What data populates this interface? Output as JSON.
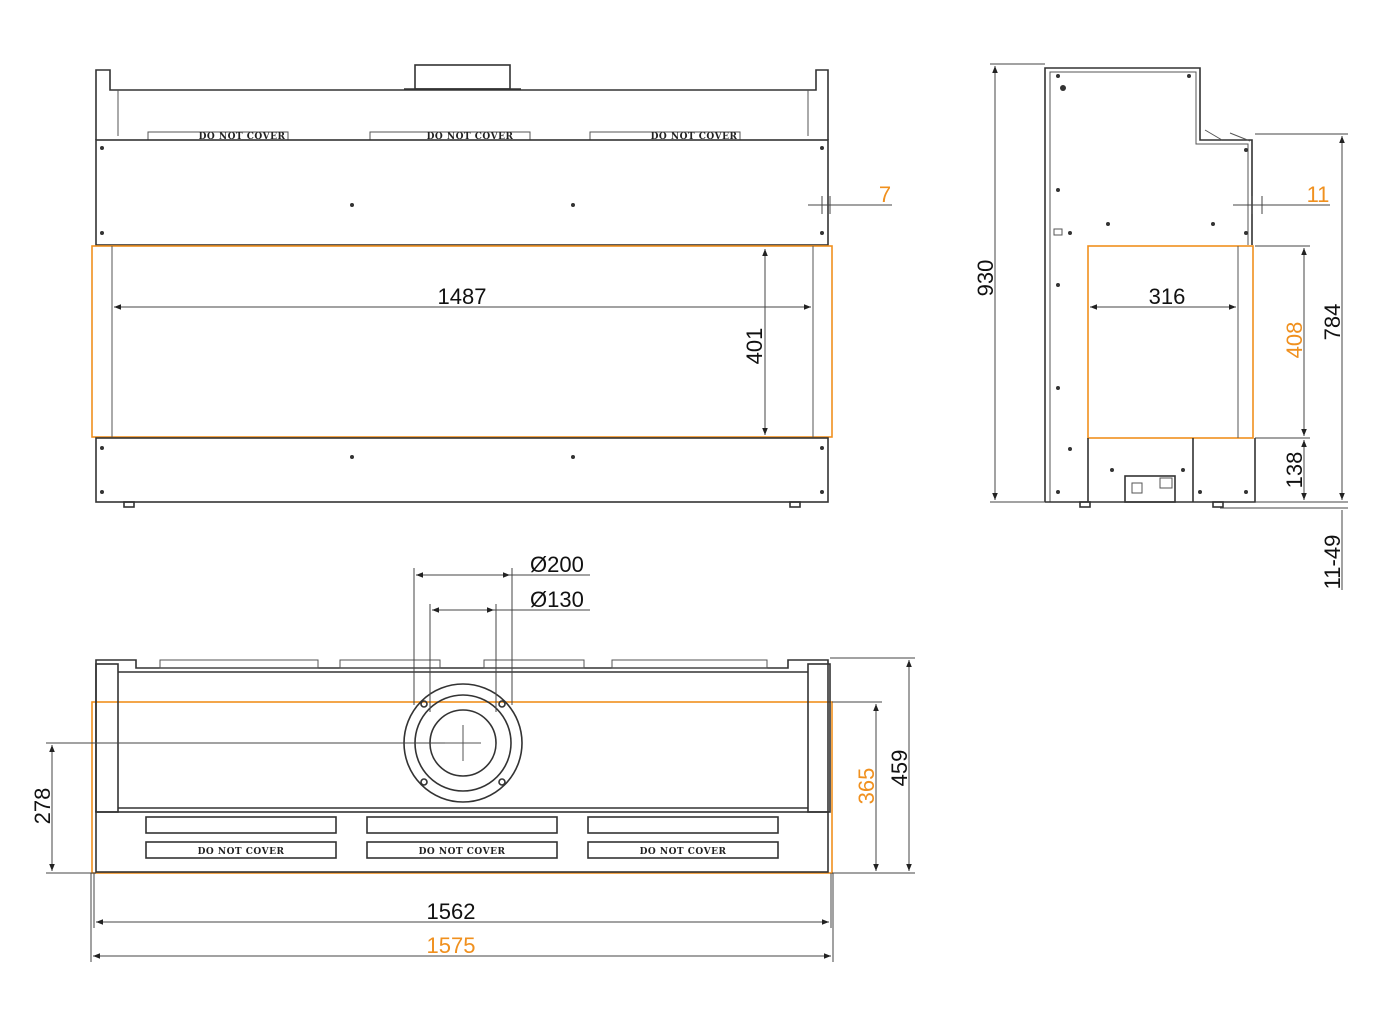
{
  "colors": {
    "line": "#333333",
    "accent": "#f0901e"
  },
  "warning_label": "DO NOT COVER",
  "front_view": {
    "glass_width": "1487",
    "glass_height": "401",
    "frame_offset": "7"
  },
  "side_view": {
    "total_height": "930",
    "depth": "316",
    "frame_offset": "11",
    "glass_height": "408",
    "height_to_top": "784",
    "bottom_height": "138",
    "feet_adjust": "11-49"
  },
  "top_view": {
    "flue_outer": "Ø200",
    "flue_inner": "Ø130",
    "flue_center_depth": "278",
    "inner_depth": "365",
    "total_depth": "459",
    "width_body": "1562",
    "width_total": "1575"
  }
}
